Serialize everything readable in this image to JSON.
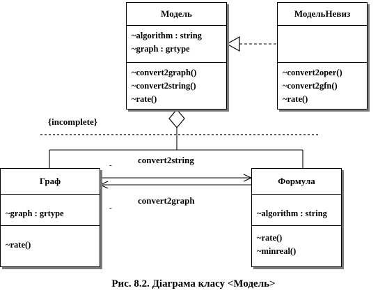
{
  "classes": {
    "model": {
      "name": "Модель",
      "attributes": [
        "~algorithm  : string",
        "~graph : grtype"
      ],
      "operations": [
        "~convert2graph()",
        "~convert2string()",
        "~rate()"
      ]
    },
    "model_neviz": {
      "name": "МодельНевиз",
      "attributes": [],
      "operations": [
        "~convert2oper()",
        "~convert2gfn()",
        "~rate()"
      ]
    },
    "graf": {
      "name": "Граф",
      "attributes": [
        "~graph : grtype"
      ],
      "operations": [
        "~rate()"
      ]
    },
    "formula": {
      "name": "Формула",
      "attributes": [
        "~algorithm  : string"
      ],
      "operations": [
        "~rate()",
        "~minreal()"
      ]
    }
  },
  "labels": {
    "constraint": "{incomplete}",
    "assoc_top": "convert2string",
    "assoc_bottom": "convert2graph",
    "tick1": "-",
    "tick2": "-"
  },
  "caption": "Рис. 8.2. Діаграма класу <Модель>"
}
